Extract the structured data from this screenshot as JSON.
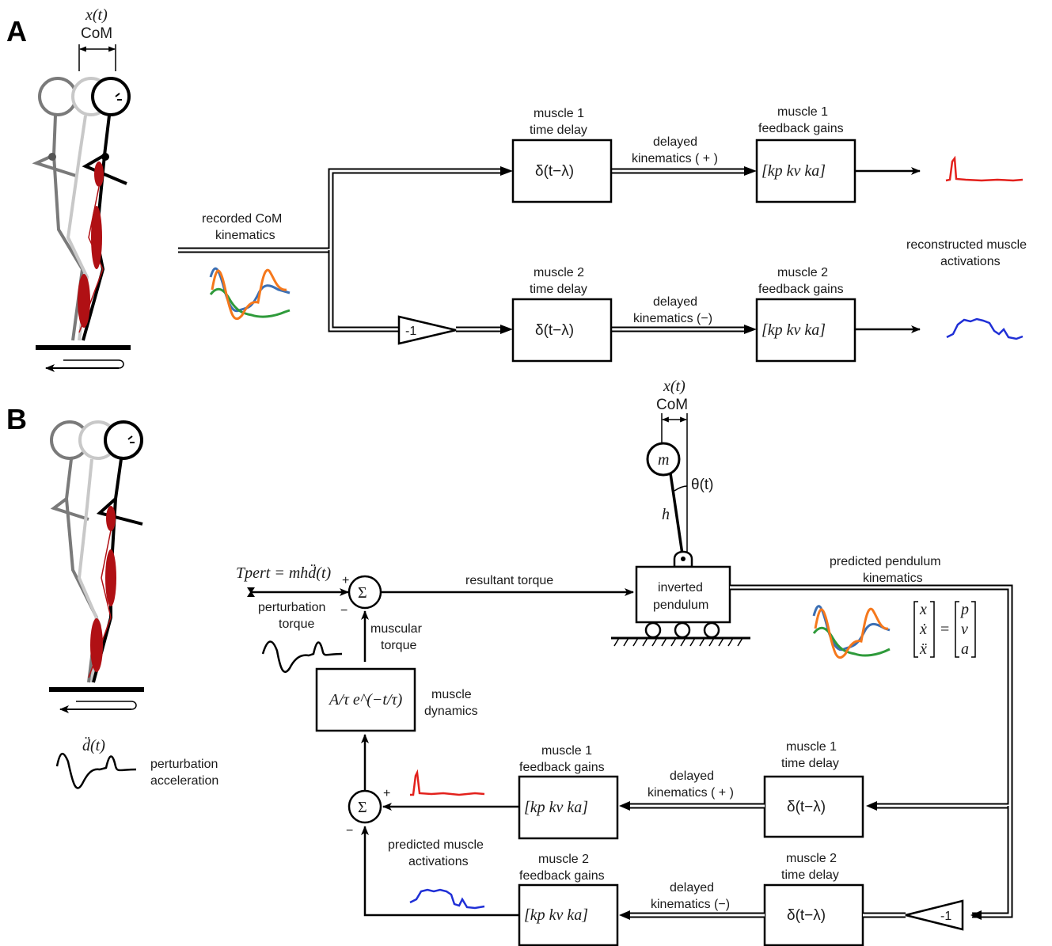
{
  "panels": {
    "a": "A",
    "b": "B"
  },
  "colors": {
    "red": "#e3211c",
    "blue": "#1f2fd6",
    "orange": "#f5781c",
    "steel": "#3b6fb4",
    "green": "#2e9a3a",
    "muscle": "#b01014"
  },
  "a": {
    "com_x": "x(t)",
    "com_label": "CoM",
    "recorded_line1": "recorded CoM",
    "recorded_line2": "kinematics",
    "neg_gain": "-1",
    "m1_delay_title1": "muscle 1",
    "m1_delay_title2": "time delay",
    "m2_delay_title1": "muscle 2",
    "m2_delay_title2": "time delay",
    "delay_expr": "δ(t−λ)",
    "delayed1_line1": "delayed",
    "delayed1_line2": "kinematics ( + )",
    "delayed2_line1": "delayed",
    "delayed2_line2": "kinematics (−)",
    "m1_gain_title1": "muscle 1",
    "m1_gain_title2": "feedback gains",
    "m2_gain_title1": "muscle 2",
    "m2_gain_title2": "feedback gains",
    "gains_expr": "[kp kv ka]",
    "recon_line1": "reconstructed muscle",
    "recon_line2": "activations"
  },
  "b": {
    "com_x": "x(t)",
    "com_label": "CoM",
    "mass": "m",
    "theta": "θ(t)",
    "length": "h",
    "t_pert": "Tpert = mhd̈(t)",
    "pert_torque1": "perturbation",
    "pert_torque2": "torque",
    "sum_symbol": "Σ",
    "plus": "+",
    "minus": "−",
    "resultant": "resultant torque",
    "pendulum1": "inverted",
    "pendulum2": "pendulum",
    "predicted_kin1": "predicted pendulum",
    "predicted_kin2": "kinematics",
    "muscular1": "muscular",
    "muscular2": "torque",
    "dyn_expr": "A/τ e^(−t/τ)",
    "dyn_label1": "muscle",
    "dyn_label2": "dynamics",
    "accel_symbol": "d̈(t)",
    "accel1": "perturbation",
    "accel2": "acceleration",
    "m1_gain_title1": "muscle 1",
    "m1_gain_title2": "feedback gains",
    "m2_gain_title1": "muscle 2",
    "m2_gain_title2": "feedback gains",
    "m1_delay_title1": "muscle 1",
    "m1_delay_title2": "time delay",
    "m2_delay_title1": "muscle 2",
    "m2_delay_title2": "time delay",
    "delayed1_line1": "delayed",
    "delayed1_line2": "kinematics ( + )",
    "delayed2_line1": "delayed",
    "delayed2_line2": "kinematics (−)",
    "pred_act1": "predicted muscle",
    "pred_act2": "activations",
    "neg_gain": "-1",
    "matrix": "[x ẋ ẍ] = [p v a]"
  }
}
